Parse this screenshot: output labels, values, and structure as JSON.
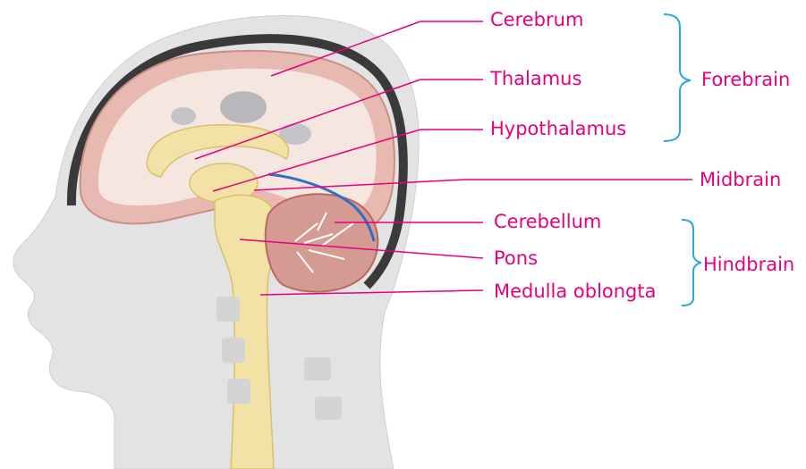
{
  "labels": {
    "cerebrum": "Cerebrum",
    "thalamus": "Thalamus",
    "hypothalamus": "Hypothalamus",
    "midbrain": "Midbrain",
    "cerebellum": "Cerebellum",
    "pons": "Pons",
    "medulla": "Medulla oblongta"
  },
  "groups": {
    "forebrain": "Forebrain",
    "hindbrain": "Hindbrain"
  },
  "colors": {
    "label_text": "#e6007e",
    "leader_line": "#e6007e",
    "bracket": "#29a9e0",
    "head_silhouette": "#e3e3e3",
    "brain_cortex": "#e8b9b0",
    "brain_inner": "#f6e6e0",
    "brainstem": "#f3e2a6",
    "cerebellum_fill": "#d59b92",
    "vessel": "#2f6fc0"
  }
}
